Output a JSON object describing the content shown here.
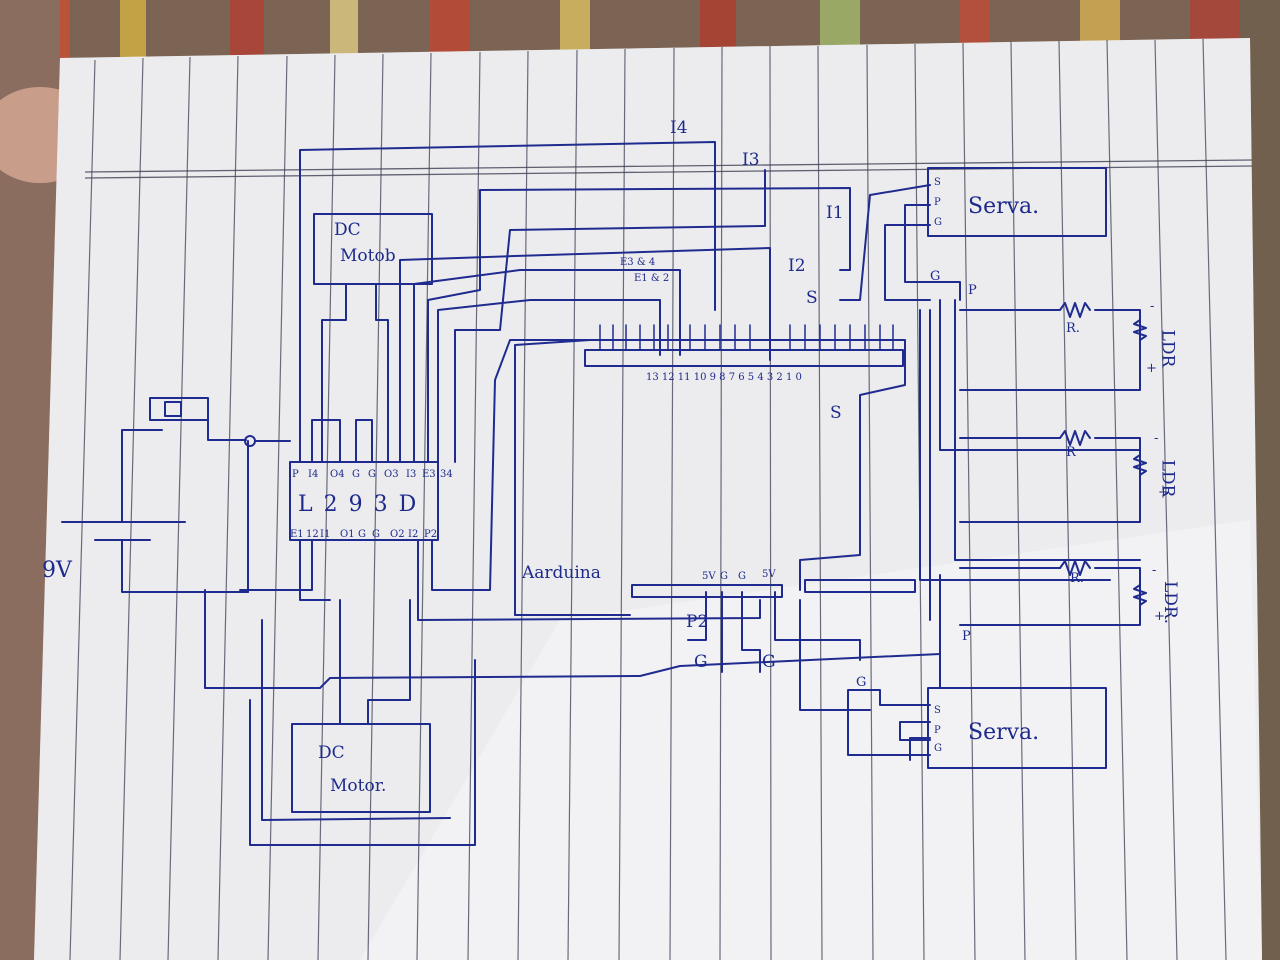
{
  "battery": {
    "voltage": "9V"
  },
  "dc_motor_top": {
    "label_line1": "DC",
    "label_line2": "Motob"
  },
  "dc_motor_bottom": {
    "label_line1": "DC",
    "label_line2": "Motor."
  },
  "l293d": {
    "name": "L 2 9 3 D",
    "top_pins": [
      "P",
      "I4",
      "O4",
      "G",
      "G",
      "O3",
      "I3",
      "E3",
      "34"
    ],
    "bottom_pins": [
      "E1",
      "12",
      "I1",
      "O1",
      "G",
      "G",
      "O2",
      "I2",
      "P2"
    ]
  },
  "arduino": {
    "label": "Aarduina",
    "digital_pins_text": "13 12 11 10 9 8   7 6 5 4 3 2 1 0",
    "power_pins": [
      "5V",
      "G",
      "G",
      "5V"
    ],
    "pin_label_s": "S"
  },
  "servo_top": {
    "label": "Serva.",
    "pins": [
      "S",
      "P",
      "G"
    ]
  },
  "servo_bottom": {
    "label": "Serva.",
    "pins": [
      "S",
      "P",
      "G"
    ]
  },
  "ldr_branches": [
    {
      "resistor": "R.",
      "ldr": "LDR",
      "neg": "-",
      "pos": "+"
    },
    {
      "resistor": "R",
      "ldr": "LDR",
      "neg": "-",
      "pos": "+"
    },
    {
      "resistor": "R.",
      "ldr": "LDR.",
      "neg": "-",
      "pos": "+"
    }
  ],
  "wire_labels": {
    "i4": "I4",
    "i3": "I3",
    "i1": "I1",
    "i2": "I2",
    "e34": "E3 & 4",
    "e12": "E1 & 2",
    "s": "S",
    "p_top": "P",
    "p_bottom": "P",
    "g_servo_top": "G",
    "g_servo_bottom": "G",
    "p2": "P2",
    "g1": "G",
    "g2": "G"
  }
}
